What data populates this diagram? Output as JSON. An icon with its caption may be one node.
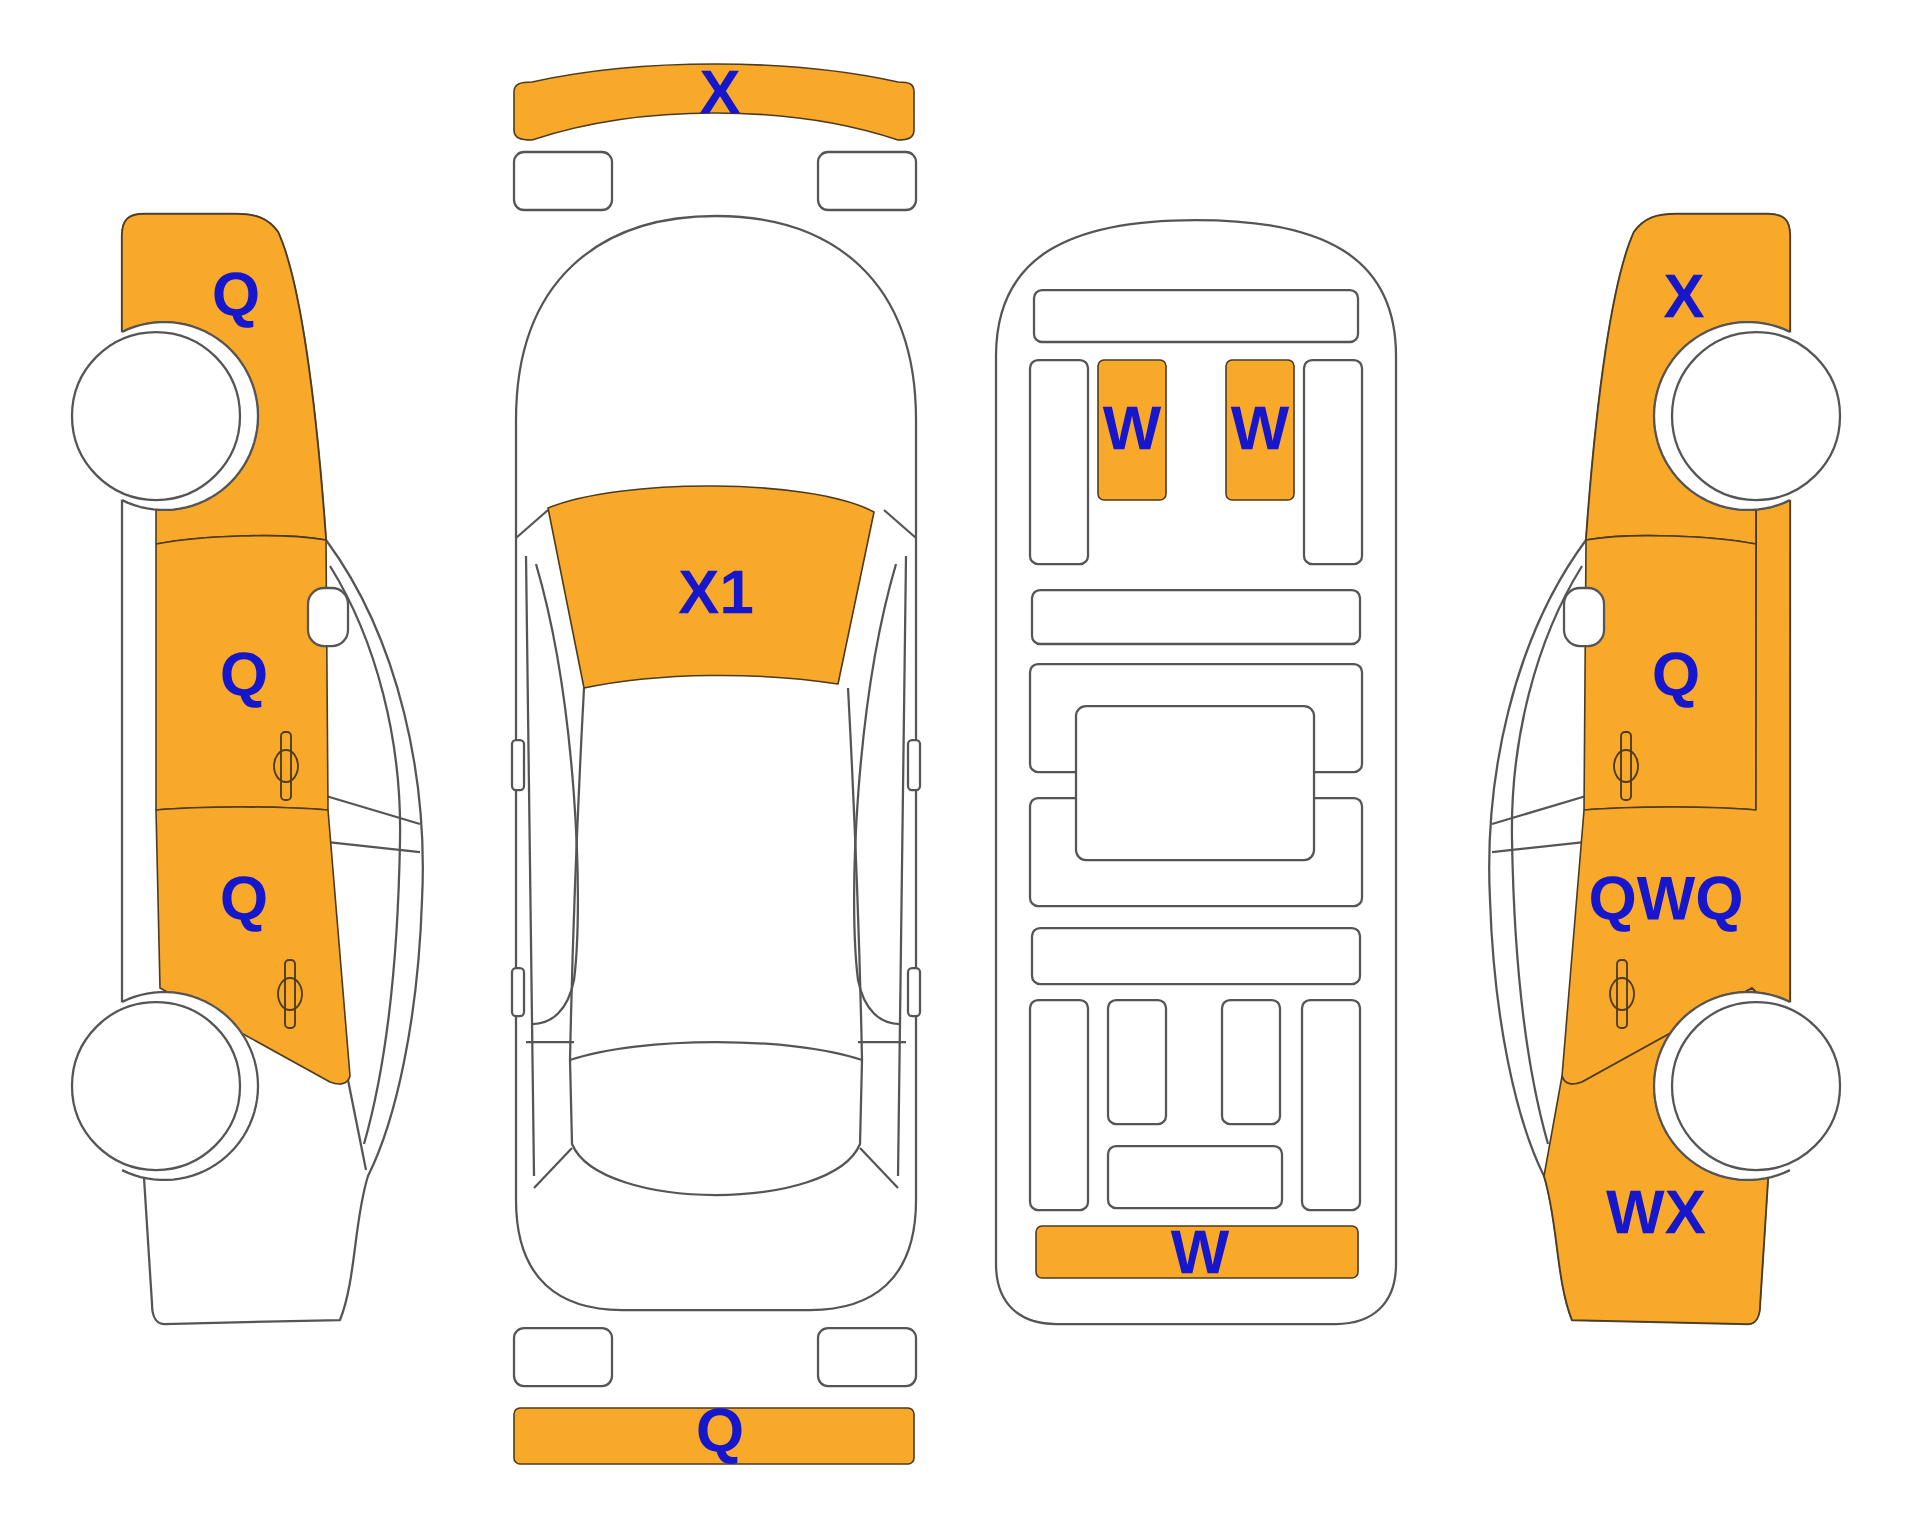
{
  "diagram": {
    "nodes": [
      {
        "text": [
          "Q"
        ]
      },
      {
        "text": [
          "Q"
        ]
      },
      {
        "text": [
          "Q"
        ]
      },
      {
        "text": [
          "X"
        ]
      },
      {
        "text": [
          "X1"
        ]
      },
      {
        "text": [
          "Q"
        ]
      },
      {
        "text": [
          "W"
        ]
      },
      {
        "text": [
          "W"
        ]
      },
      {
        "text": [
          "W"
        ]
      },
      {
        "text": [
          "X"
        ]
      },
      {
        "text": [
          "Q"
        ]
      },
      {
        "text": [
          "QWQ"
        ]
      },
      {
        "text": [
          "WX"
        ]
      }
    ]
  }
}
